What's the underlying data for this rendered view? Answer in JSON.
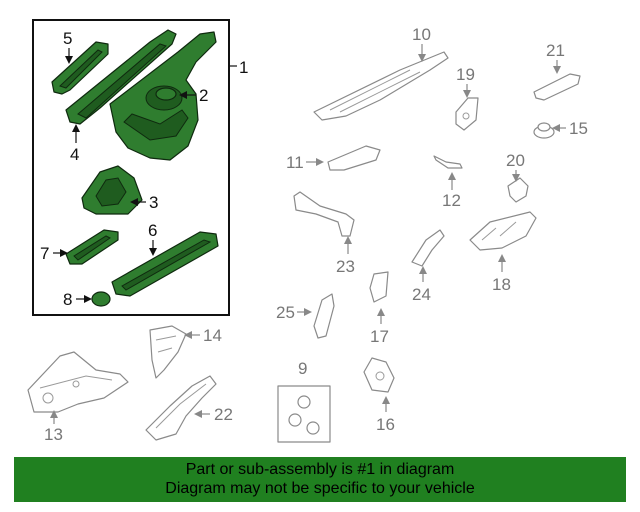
{
  "callouts": {
    "c1": "1",
    "c2": "2",
    "c3": "3",
    "c4": "4",
    "c5": "5",
    "c6": "6",
    "c7": "7",
    "c8": "8",
    "c9": "9",
    "c10": "10",
    "c11": "11",
    "c12": "12",
    "c13": "13",
    "c14": "14",
    "c15": "15",
    "c16": "16",
    "c17": "17",
    "c18": "18",
    "c19": "19",
    "c20": "20",
    "c21": "21",
    "c22": "22",
    "c23": "23",
    "c24": "24",
    "c25": "25"
  },
  "colors": {
    "highlight": "#2f7d2f",
    "footer_bg": "#208020",
    "outline_grey": "#8a8a8a"
  },
  "footer": {
    "line1": "Part or sub-assembly is #1 in diagram",
    "line2": "Diagram may not be specific to your vehicle"
  }
}
